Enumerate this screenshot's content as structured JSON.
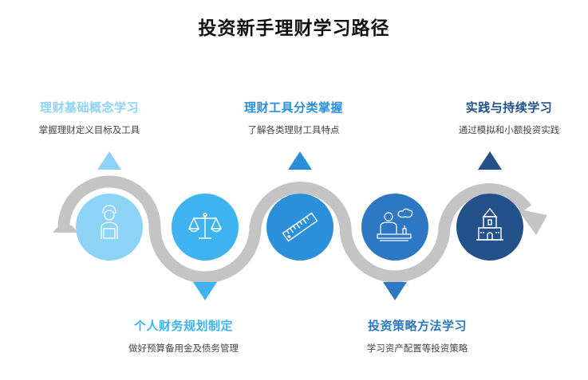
{
  "title": "投资新手理财学习路径",
  "steps": [
    {
      "title": "理财基础概念学习",
      "desc": "掌握理财定义目标及工具",
      "color": "#8DD3F5",
      "icon": "person-reading-icon",
      "position": "top"
    },
    {
      "title": "个人财务规划制定",
      "desc": "做好预算备用金及债务管理",
      "color": "#3EB3F0",
      "icon": "balance-scale-icon",
      "position": "bottom"
    },
    {
      "title": "理财工具分类掌握",
      "desc": "了解各类理财工具特点",
      "color": "#2B8FDA",
      "icon": "ruler-icon",
      "position": "top"
    },
    {
      "title": "投资策略方法学习",
      "desc": "学习资产配置等投资策略",
      "color": "#2E77C2",
      "icon": "strategist-chess-icon",
      "position": "bottom"
    },
    {
      "title": "实践与持续学习",
      "desc": "通过模拟和小额投资实践",
      "color": "#235189",
      "icon": "building-icon",
      "position": "top"
    }
  ],
  "path_color": "#C4C4C4"
}
